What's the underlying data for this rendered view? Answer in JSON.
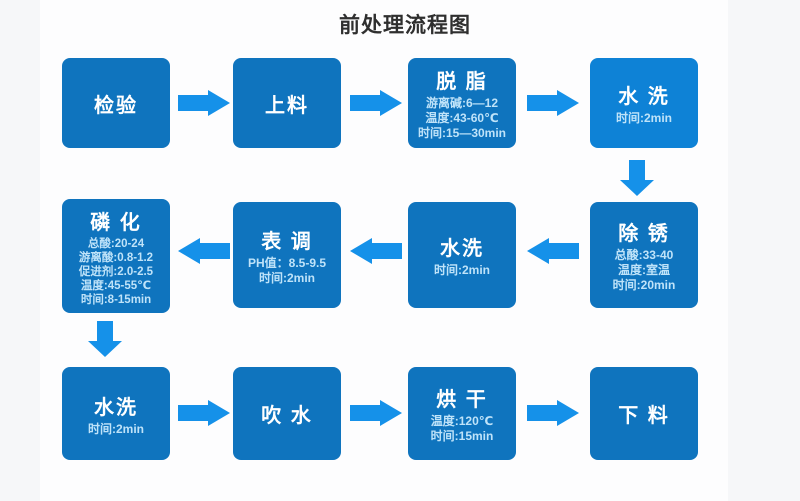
{
  "title": "前处理流程图",
  "colors": {
    "box": "#0F74BE",
    "box_bright": "#0E82D6",
    "arrow": "#1591E9",
    "detail_text": "#BFE3F9",
    "title_text": "#2F2F2F",
    "background": "#F6F7F9"
  },
  "nodes": [
    {
      "id": "jianyan",
      "title": "检验",
      "details": []
    },
    {
      "id": "shangliao",
      "title": "上料",
      "details": []
    },
    {
      "id": "tuozhi",
      "title": "脱 脂",
      "details": [
        "游离碱:6—12",
        "温度:43-60℃",
        "时间:15—30min"
      ]
    },
    {
      "id": "shuixi-1",
      "title": "水 洗",
      "details": [
        "时间:2min"
      ]
    },
    {
      "id": "chuxiu",
      "title": "除 锈",
      "details": [
        "总酸:33-40",
        "温度:室温",
        "时间:20min"
      ]
    },
    {
      "id": "shuixi-2",
      "title": "水洗",
      "details": [
        "时间:2min"
      ]
    },
    {
      "id": "biaotiao",
      "title": "表 调",
      "details": [
        "PH值：8.5-9.5",
        "时间:2min"
      ]
    },
    {
      "id": "linhua",
      "title": "磷 化",
      "details": [
        "总酸:20-24",
        "游离酸:0.8-1.2",
        "促进剂:2.0-2.5",
        "温度:45-55℃",
        "时间:8-15min"
      ]
    },
    {
      "id": "shuixi-3",
      "title": "水洗",
      "details": [
        "时间:2min"
      ]
    },
    {
      "id": "chuishui",
      "title": "吹 水",
      "details": []
    },
    {
      "id": "honggan",
      "title": "烘 干",
      "details": [
        "温度:120℃",
        "时间:15min"
      ]
    },
    {
      "id": "xialiao",
      "title": "下 料",
      "details": []
    }
  ]
}
